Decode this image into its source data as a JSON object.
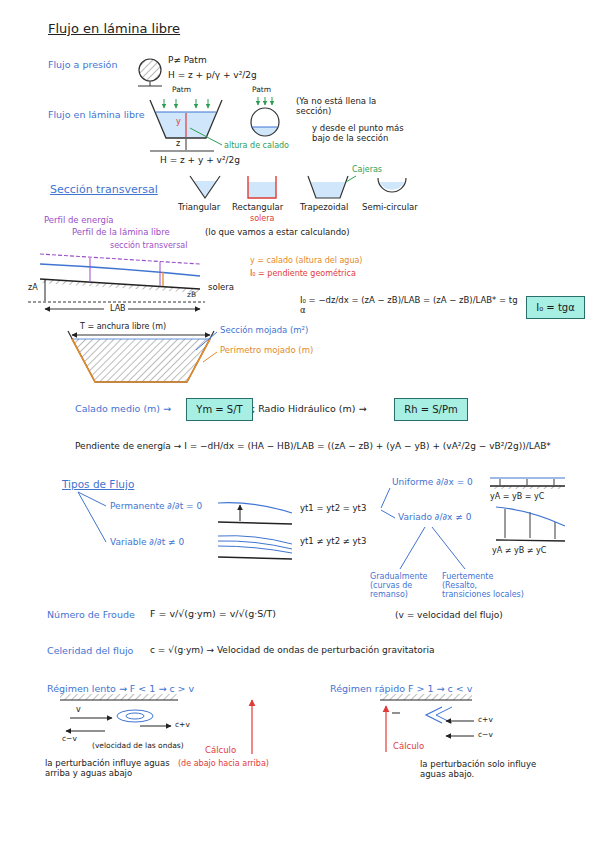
{
  "diagram": {
    "title": "Flujo en lámina libre",
    "nodes": [
      {
        "text": [
          "I₀ = tgα"
        ]
      },
      {
        "text": [
          "Ym = S/T"
        ]
      },
      {
        "text": [
          "Rh = S/Pm"
        ]
      }
    ],
    "labels": [
      "Flujo a presión",
      "P≠ Patm",
      "H = z + p/γ + v²/2g",
      "Flujo en lámina libre",
      "Patm",
      "Patm",
      "y",
      "z",
      "(Ya no está llena la sección)",
      "y desde el punto más bajo de la sección",
      "altura de calado",
      "H = z + y + v²/2g",
      "Sección transversal",
      "Triangular",
      "Rectangular",
      "solera",
      "Trapezoidal",
      "Cajeras",
      "Semi-circular",
      "Perfil de energía",
      "Perfil de la lámina libre",
      "(lo que vamos a estar calculando)",
      "sección transversal",
      "solera",
      "y = calado (altura del agua)",
      "I₀ = pendiente geométrica",
      "LAB",
      "zA",
      "zB",
      "I₀ = −dz/dx = (zA − zB)/LAB = (zA − zB)/LAB* = tg α",
      "T = anchura libre (m)",
      "Sección mojada (m²)",
      "Perímetro mojado (m)",
      "Calado medio (m) →",
      "; Radio Hidráulico (m) →",
      "Pendiente de energía → I = −dH/dx = (HA − HB)/LAB = ((zA − zB) + (yA − yB) + (vA²/2g − vB²/2g))/LAB*",
      "Tipos de Flujo",
      "Permanente ∂/∂t = 0",
      "yt1 = yt2 = yt3",
      "Variable ∂/∂t ≠ 0",
      "yt1 ≠ yt2 ≠ yt3",
      "Uniforme ∂/∂x = 0",
      "yA = yB = yC",
      "Variado ∂/∂x ≠ 0",
      "yA ≠ yB ≠ yC",
      "Gradualmente (curvas de remanso)",
      "Fuertemente (Resalto, transiciones locales)",
      "Número de Froude",
      "F = v/√(g·ym) = v/√(g·S/T)",
      "(v = velocidad del flujo)",
      "Celeridad del flujo",
      "c = √(g·ym) → Velocidad de ondas de perturbación gravitatoria",
      "Régimen lento → F < 1 → c > v",
      "Régimen rápido F > 1 → c < v",
      "v",
      "c+v",
      "c−v",
      "(velocidad de las ondas)",
      "Cálculo",
      "(de abajo hacia arriba)",
      "la perturbación influye aguas arriba y aguas abajo",
      "c+v",
      "c−v",
      "Cálculo",
      "la perturbación solo influye aguas abajo."
    ]
  }
}
